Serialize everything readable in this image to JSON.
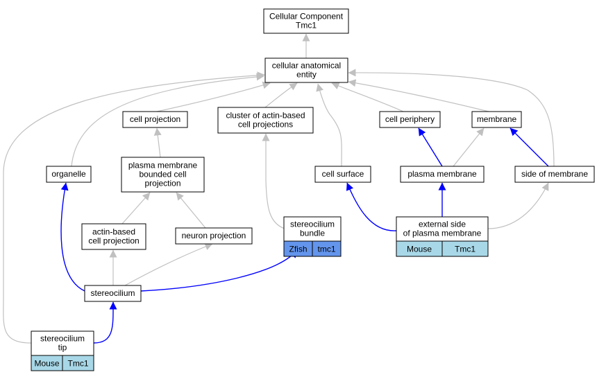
{
  "diagram": {
    "colors": {
      "gray_edge": "#c0c0c0",
      "blue_edge": "#0000ff",
      "tag_light": "#a8d8e8",
      "tag_dark": "#6495ed",
      "node_fill": "#ffffff",
      "node_border": "#000000"
    },
    "nodes": [
      {
        "id": "cc",
        "lines": [
          "Cellular Component",
          "Tmc1"
        ]
      },
      {
        "id": "cae",
        "lines": [
          "cellular anatomical",
          "entity"
        ]
      },
      {
        "id": "cp",
        "lines": [
          "cell projection"
        ]
      },
      {
        "id": "cab",
        "lines": [
          "cluster of actin-based",
          "cell projections"
        ]
      },
      {
        "id": "cper",
        "lines": [
          "cell periphery"
        ]
      },
      {
        "id": "mem",
        "lines": [
          "membrane"
        ]
      },
      {
        "id": "org",
        "lines": [
          "organelle"
        ]
      },
      {
        "id": "pmbcp",
        "lines": [
          "plasma membrane",
          "bounded cell",
          "projection"
        ]
      },
      {
        "id": "cs",
        "lines": [
          "cell surface"
        ]
      },
      {
        "id": "pm",
        "lines": [
          "plasma membrane"
        ]
      },
      {
        "id": "som",
        "lines": [
          "side of membrane"
        ]
      },
      {
        "id": "abcp",
        "lines": [
          "actin-based",
          "cell projection"
        ]
      },
      {
        "id": "np",
        "lines": [
          "neuron projection"
        ]
      },
      {
        "id": "sb",
        "lines": [
          "stereocilium",
          "bundle"
        ],
        "tags": [
          {
            "text": "Zfish",
            "tone": "dark"
          },
          {
            "text": "tmc1",
            "tone": "dark"
          }
        ]
      },
      {
        "id": "espm",
        "lines": [
          "external side",
          "of plasma membrane"
        ],
        "tags": [
          {
            "text": "Mouse",
            "tone": "light"
          },
          {
            "text": "Tmc1",
            "tone": "light"
          }
        ]
      },
      {
        "id": "st",
        "lines": [
          "stereocilium"
        ]
      },
      {
        "id": "stt",
        "lines": [
          "stereocilium",
          "tip"
        ],
        "tags": [
          {
            "text": "Mouse",
            "tone": "light"
          },
          {
            "text": "Tmc1",
            "tone": "light"
          }
        ]
      }
    ],
    "edges": [
      {
        "from": "cae",
        "to": "cc",
        "type": "is_a"
      },
      {
        "from": "cp",
        "to": "cae",
        "type": "is_a"
      },
      {
        "from": "cab",
        "to": "cae",
        "type": "is_a"
      },
      {
        "from": "cper",
        "to": "cae",
        "type": "is_a"
      },
      {
        "from": "mem",
        "to": "cae",
        "type": "is_a"
      },
      {
        "from": "org",
        "to": "cae",
        "type": "is_a"
      },
      {
        "from": "cs",
        "to": "cae",
        "type": "is_a"
      },
      {
        "from": "som",
        "to": "cae",
        "type": "is_a"
      },
      {
        "from": "stt",
        "to": "cae",
        "type": "is_a"
      },
      {
        "from": "pmbcp",
        "to": "cp",
        "type": "is_a"
      },
      {
        "from": "sb",
        "to": "cab",
        "type": "is_a"
      },
      {
        "from": "pm",
        "to": "cper",
        "type": "part_of"
      },
      {
        "from": "pm",
        "to": "mem",
        "type": "is_a"
      },
      {
        "from": "som",
        "to": "mem",
        "type": "part_of"
      },
      {
        "from": "abcp",
        "to": "pmbcp",
        "type": "is_a"
      },
      {
        "from": "np",
        "to": "pmbcp",
        "type": "is_a"
      },
      {
        "from": "espm",
        "to": "cs",
        "type": "part_of"
      },
      {
        "from": "espm",
        "to": "pm",
        "type": "part_of"
      },
      {
        "from": "espm",
        "to": "som",
        "type": "is_a"
      },
      {
        "from": "st",
        "to": "abcp",
        "type": "is_a"
      },
      {
        "from": "st",
        "to": "np",
        "type": "is_a"
      },
      {
        "from": "st",
        "to": "org",
        "type": "part_of"
      },
      {
        "from": "st",
        "to": "sb",
        "type": "part_of"
      },
      {
        "from": "stt",
        "to": "st",
        "type": "part_of"
      }
    ]
  }
}
